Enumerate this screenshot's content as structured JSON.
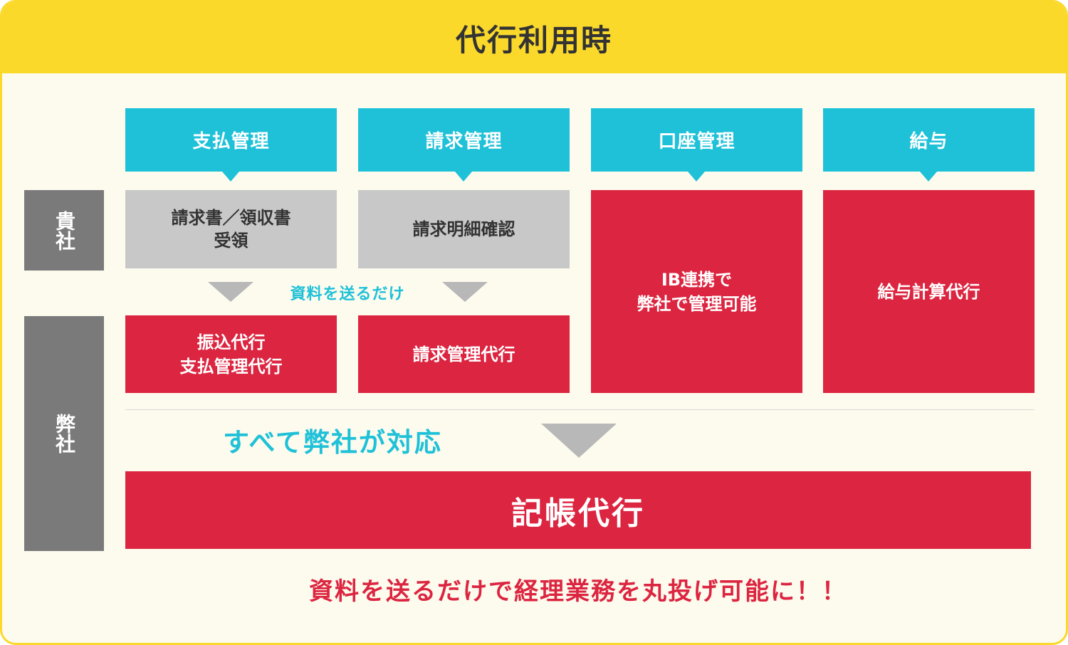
{
  "header": {
    "title": "代行利用時"
  },
  "side_labels": {
    "client": "貴社",
    "ours": "弊社"
  },
  "categories": [
    {
      "label": "支払管理"
    },
    {
      "label": "請求管理"
    },
    {
      "label": "口座管理"
    },
    {
      "label": "給与"
    }
  ],
  "client_boxes": [
    {
      "text": "請求書／領収書\n受領"
    },
    {
      "text": "請求明細確認"
    }
  ],
  "flow_hint": "資料を送るだけ",
  "our_boxes": [
    {
      "text": "振込代行\n支払管理代行"
    },
    {
      "text": "請求管理代行"
    },
    {
      "text": "IB連携で\n弊社で管理可能"
    },
    {
      "text": "給与計算代行"
    }
  ],
  "all_handled": "すべて弊社が対応",
  "bookkeeping": "記帳代行",
  "bottom_message": "資料を送るだけで経理業務を丸投げ可能に！！",
  "colors": {
    "header_yellow": "#fbd92b",
    "background": "#fdfbee",
    "category_cyan": "#1fc1d8",
    "client_gray": "#c8c8c8",
    "our_red": "#dc2540",
    "side_label_gray": "#7a7a7a",
    "arrow_gray": "#b8b8b8"
  }
}
